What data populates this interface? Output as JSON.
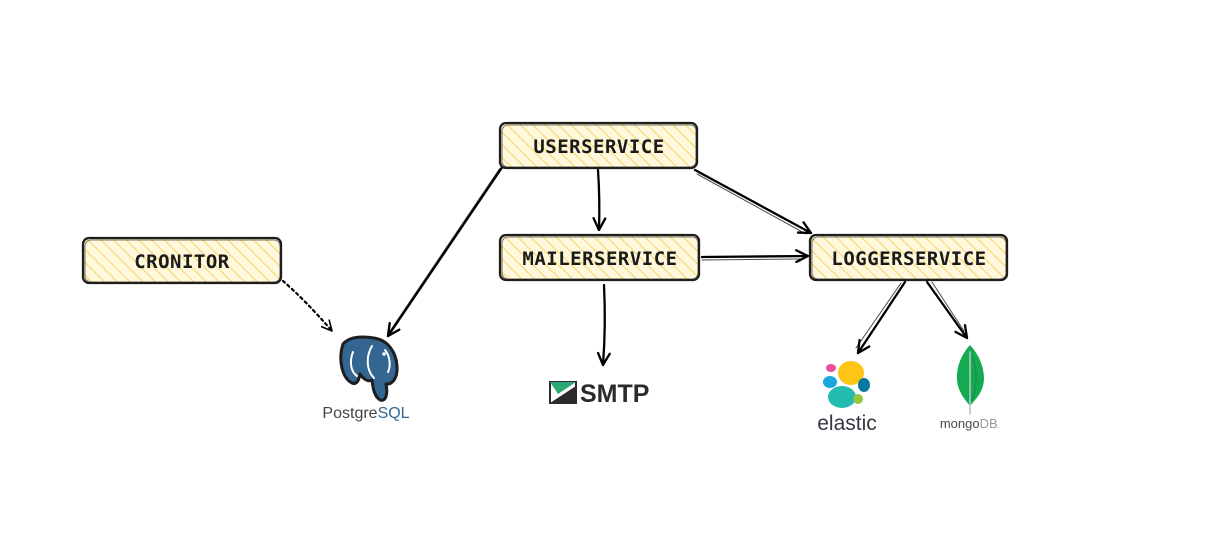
{
  "colors": {
    "box_fill": "#fff8dc",
    "box_hatch": "#f5d86e",
    "box_stroke": "#1e1e1e",
    "arrow": "#000000",
    "postgres_blue": "#336791",
    "smtp_green": "#2aa876",
    "mongo_green": "#13aa52",
    "elastic_yellow": "#fec514",
    "elastic_teal": "#24bbb1",
    "elastic_pink": "#ef5098",
    "elastic_blue": "#17a8e0",
    "elastic_dark": "#0779a1",
    "elastic_green": "#93c83e"
  },
  "nodes": {
    "cronitor": "CRONITOR",
    "userservice": "USERSERVICE",
    "mailerservice": "MAILERSERVICE",
    "loggerservice": "LOGGERSERVICE"
  },
  "logos": {
    "postgres": {
      "icon": "postgresql-elephant-icon",
      "text_a": "Postgre",
      "text_b": "SQL"
    },
    "smtp": {
      "icon": "smtp-mail-icon",
      "text": "SMTP"
    },
    "elastic": {
      "icon": "elastic-cluster-icon",
      "text": "elastic"
    },
    "mongodb": {
      "icon": "mongodb-leaf-icon",
      "text_a": "mongo",
      "text_b": "DB",
      "mark": "."
    }
  },
  "edges": [
    {
      "from": "cronitor",
      "to": "postgres",
      "style": "dotted"
    },
    {
      "from": "userservice",
      "to": "postgres",
      "style": "solid"
    },
    {
      "from": "userservice",
      "to": "mailerservice",
      "style": "solid"
    },
    {
      "from": "userservice",
      "to": "loggerservice",
      "style": "solid"
    },
    {
      "from": "mailerservice",
      "to": "loggerservice",
      "style": "solid"
    },
    {
      "from": "mailerservice",
      "to": "smtp",
      "style": "solid"
    },
    {
      "from": "loggerservice",
      "to": "elastic",
      "style": "solid"
    },
    {
      "from": "loggerservice",
      "to": "mongodb",
      "style": "solid"
    }
  ]
}
